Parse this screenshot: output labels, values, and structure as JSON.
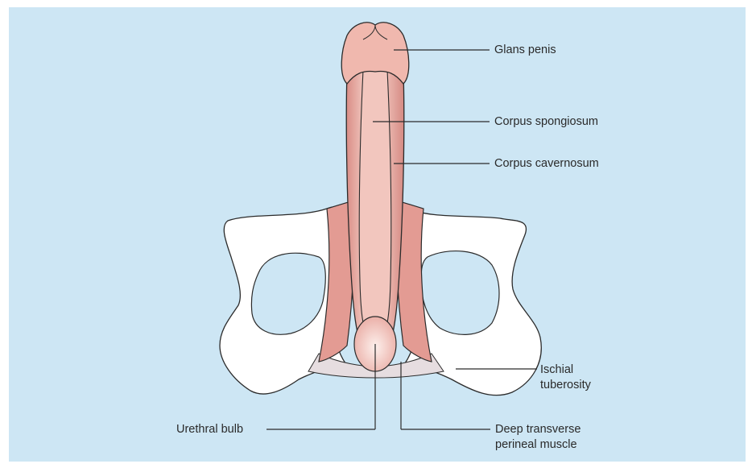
{
  "colors": {
    "background_panel": "#cde6f4",
    "bone": "#ffffff",
    "tissue": "#e8a9a1",
    "tissue_light": "#f6d4cc",
    "outline": "#2b2b2b"
  },
  "labels": {
    "glans_penis": "Glans penis",
    "corpus_spongiosum": "Corpus spongiosum",
    "corpus_cavernosum": "Corpus cavernosum",
    "ischial_tuberosity_line1": "Ischial",
    "ischial_tuberosity_line2": "tuberosity",
    "urethral_bulb": "Urethral bulb",
    "deep_transverse_line1": "Deep transverse",
    "deep_transverse_line2": "perineal muscle"
  }
}
